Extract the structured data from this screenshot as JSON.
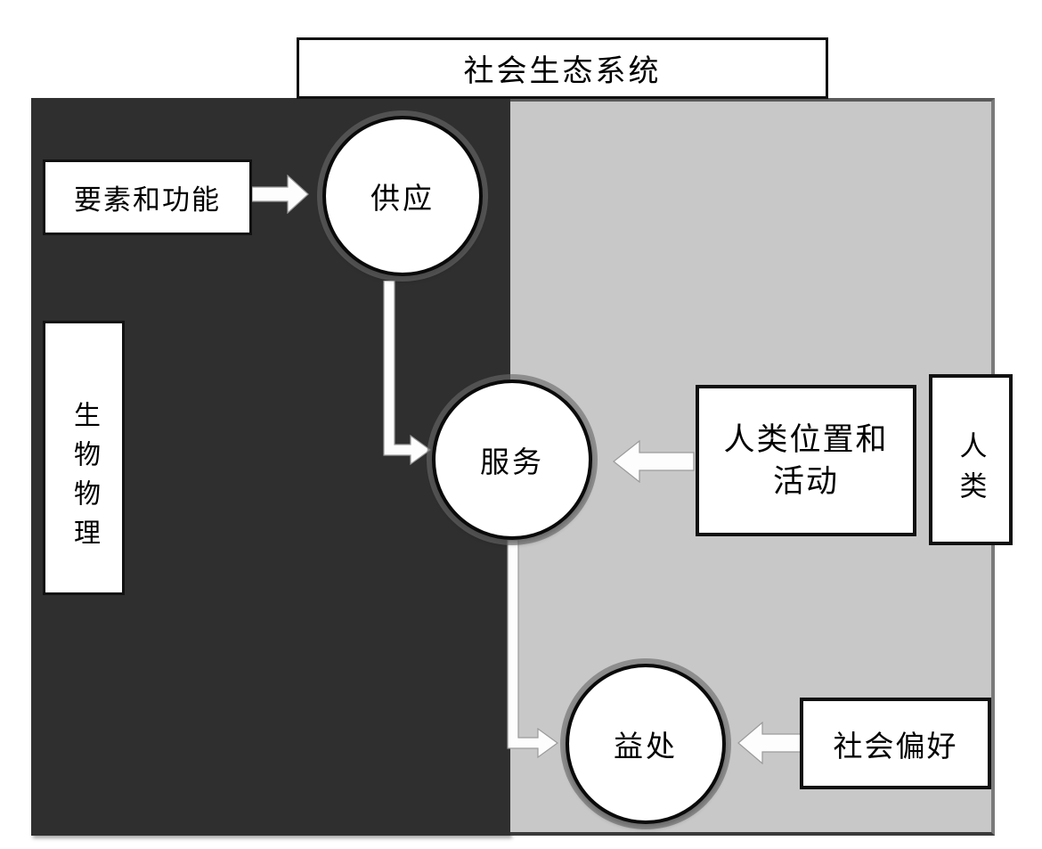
{
  "diagram": {
    "title": "社会生态系统",
    "regions": {
      "biophysical": {
        "label": "生物物理"
      },
      "human": {
        "label": "人类"
      }
    },
    "nodes": {
      "supply": "供应",
      "services": "服务",
      "benefits": "益处"
    },
    "inputs": {
      "elements_functions": "要素和功能",
      "human_location_line1": "人类位置和",
      "human_location_line2": "活动",
      "social_preferences": "社会偏好"
    },
    "colors": {
      "dark_panel": "#2f2f2f",
      "light_panel": "#c8c8c8",
      "panel_border": "#6e6e6e",
      "box_fill": "#ffffff",
      "box_border": "#000000",
      "arrow_fill": "#ffffff",
      "text": "#000000"
    }
  }
}
